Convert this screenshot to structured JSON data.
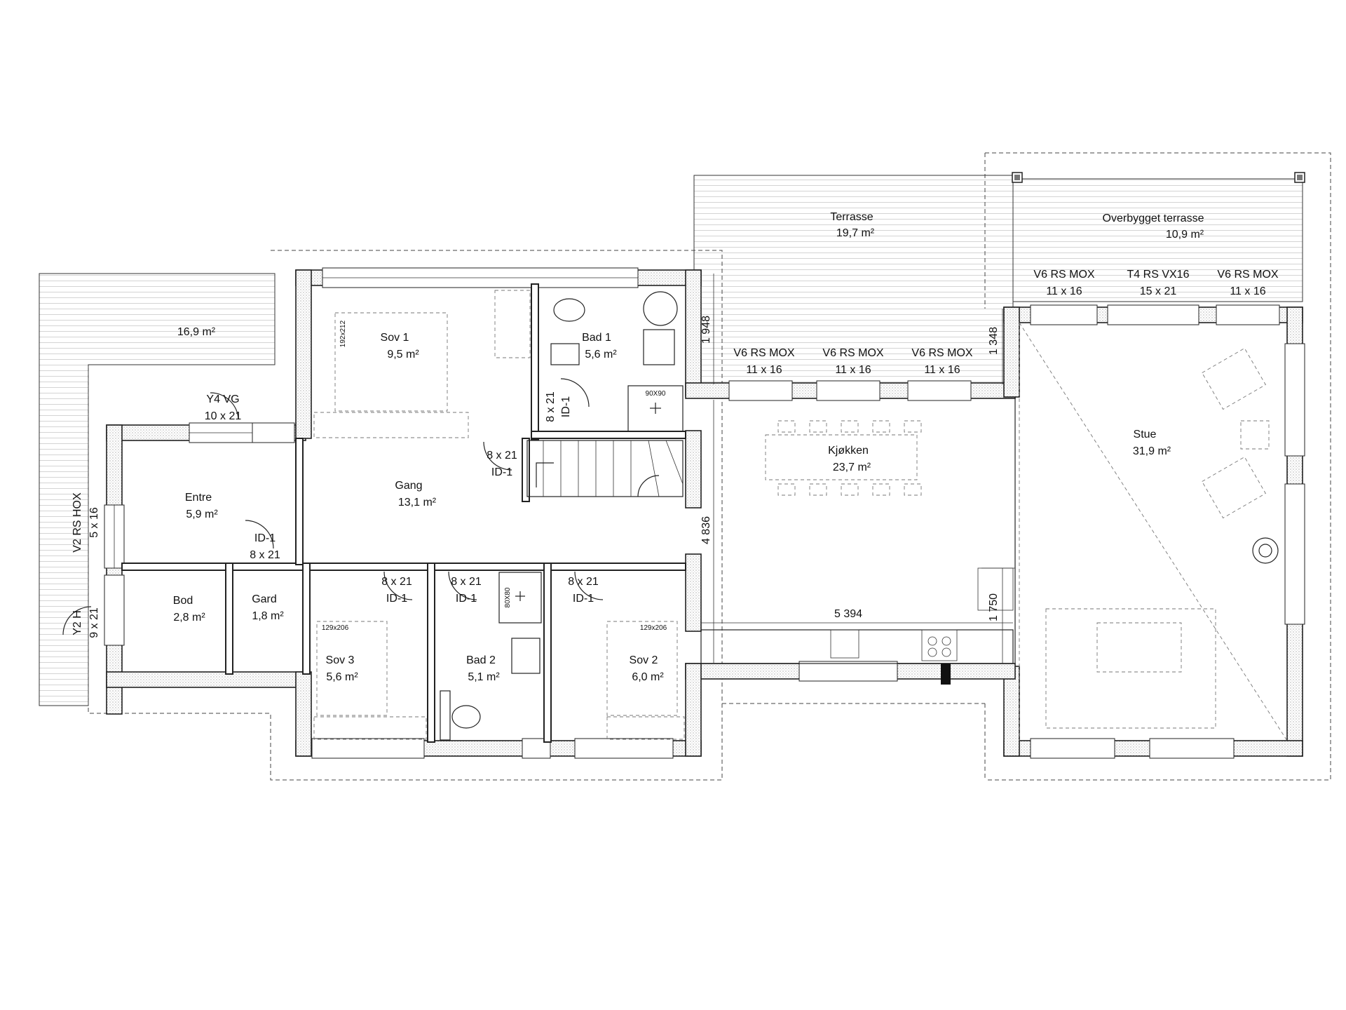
{
  "rooms": {
    "terrasse": {
      "name": "Terrasse",
      "area": "19,7 m²"
    },
    "overbygget": {
      "name": "Overbygget terrasse",
      "area": "10,9 m²"
    },
    "west_deck": {
      "area": "16,9 m²"
    },
    "sov1": {
      "name": "Sov 1",
      "area": "9,5 m²"
    },
    "bad1": {
      "name": "Bad 1",
      "area": "5,6 m²"
    },
    "entre": {
      "name": "Entre",
      "area": "5,9 m²"
    },
    "gang": {
      "name": "Gang",
      "area": "13,1 m²"
    },
    "kjokken": {
      "name": "Kjøkken",
      "area": "23,7 m²"
    },
    "stue": {
      "name": "Stue",
      "area": "31,9 m²"
    },
    "bod": {
      "name": "Bod",
      "area": "2,8 m²"
    },
    "gard": {
      "name": "Gard",
      "area": "1,8 m²"
    },
    "sov3": {
      "name": "Sov 3",
      "area": "5,6 m²"
    },
    "bad2": {
      "name": "Bad 2",
      "area": "5,1 m²"
    },
    "sov2": {
      "name": "Sov 2",
      "area": "6,0 m²"
    }
  },
  "windows": {
    "v6_1": {
      "type": "V6 RS MOX",
      "size": "11 x 16"
    },
    "v6_2": {
      "type": "V6 RS MOX",
      "size": "11 x 16"
    },
    "v6_3": {
      "type": "V6 RS MOX",
      "size": "11 x 16"
    },
    "v6_4": {
      "type": "V6 RS MOX",
      "size": "11 x 16"
    },
    "t4": {
      "type": "T4 RS VX16",
      "size": "15 x 21"
    },
    "v6_5": {
      "type": "V6 RS MOX",
      "size": "11 x 16"
    },
    "y4": {
      "type": "Y4 VG",
      "size": "10 x 21"
    },
    "v2": {
      "type": "V2 RS HOX",
      "size": "5 x 16"
    },
    "y2": {
      "type": "Y2 H",
      "size": "9 x 21"
    }
  },
  "doors": {
    "bad1_door": {
      "size": "8 x 21",
      "type": "ID-1"
    },
    "stair_door": {
      "size": "8 x 21",
      "type": "ID-1"
    },
    "gard_door": {
      "type": "ID-1",
      "size": "8 x 21"
    },
    "sov3_door": {
      "size": "8 x 21",
      "type": "ID-1"
    },
    "bad2_door": {
      "size": "8 x 21",
      "type": "ID-1"
    },
    "sov2_door": {
      "size": "8 x 21",
      "type": "ID-1"
    }
  },
  "dimensions": {
    "d1948": "1 948",
    "d1348": "1 348",
    "d4836": "4 836",
    "d5394": "5 394",
    "d1750": "1 750"
  },
  "fixtures": {
    "shower1": "90X90",
    "shower2": "80X80",
    "bed_sov1": "192x212",
    "bed_sov3": "129x206",
    "bed_sov2": "129x206"
  }
}
